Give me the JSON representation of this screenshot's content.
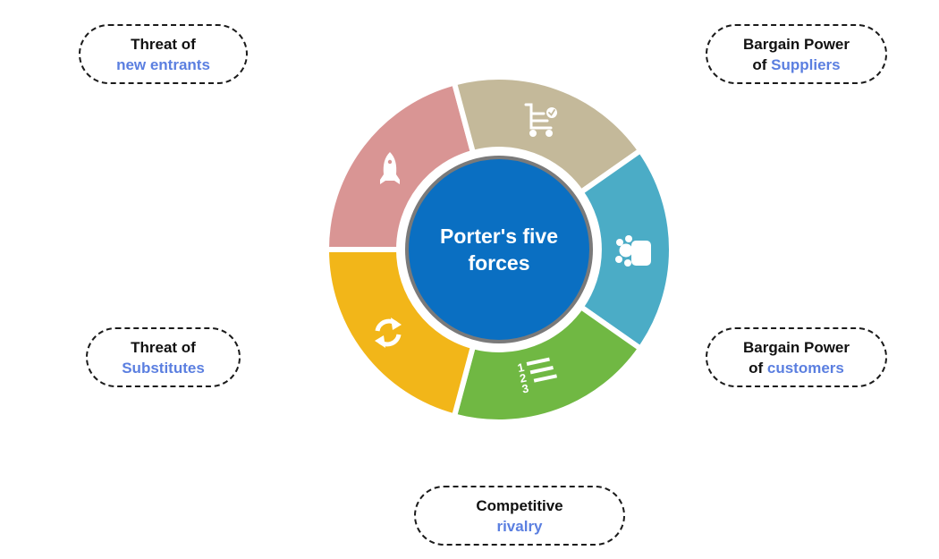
{
  "diagram": {
    "title": "Porter's five forces",
    "title_lines": [
      "Porter's five",
      "forces"
    ],
    "center_color": "#0a6fc2",
    "center_border_color": "#7a7a7a",
    "accent_text_color": "#5b7fe0",
    "forces": [
      {
        "id": "new-entrants",
        "line1": "Threat of",
        "line1_accent": "",
        "line2": "new entrants",
        "segment_color": "#d99594",
        "icon": "rocket-icon"
      },
      {
        "id": "suppliers",
        "line1": "Bargain Power",
        "line2_prefix": "of ",
        "line2": "Suppliers",
        "segment_color": "#c4b99a",
        "icon": "shopping-cart-check-icon"
      },
      {
        "id": "customers",
        "line1": "Bargain Power",
        "line2_prefix": "of ",
        "line2": "customers",
        "segment_color": "#4bacc6",
        "icon": "customers-group-icon"
      },
      {
        "id": "rivalry",
        "line1": "Competitive",
        "line2": "rivalry",
        "segment_color": "#70b843",
        "icon": "numbered-list-icon"
      },
      {
        "id": "substitutes",
        "line1": "Threat of",
        "line2": "Substitutes",
        "segment_color": "#f2b619",
        "icon": "refresh-arrows-icon"
      }
    ]
  }
}
